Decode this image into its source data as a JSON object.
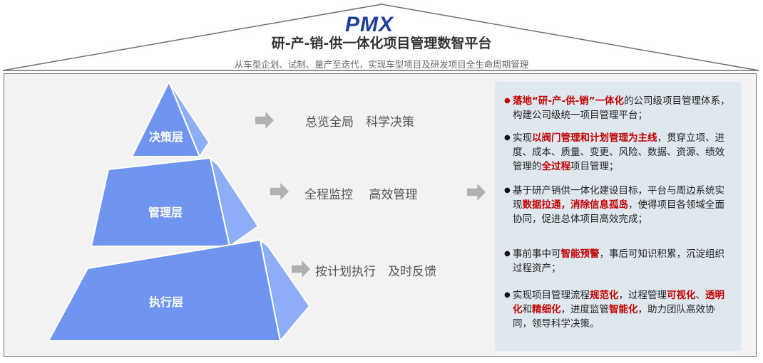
{
  "header": {
    "logo_text": "PMX",
    "title": "研-产-销-供一体化项目管理数智平台",
    "subtitle": "从车型企划、试制、量产至迭代，实现车型项目及研发项目全生命周期管理"
  },
  "pyramid": {
    "layers": [
      {
        "label": "决策层",
        "slogan": "总览全局　科学决策"
      },
      {
        "label": "管理层",
        "slogan": "全程监控　 高效管理"
      },
      {
        "label": "执行层",
        "slogan": "按计划执行　及时反馈"
      }
    ]
  },
  "panel": {
    "bullets": [
      {
        "dot": "red",
        "segments": [
          {
            "text": "落地“研-产-供-销”一体化",
            "hl": true
          },
          {
            "text": "的公司级项目管理体系，构建公司级统一项目管理平台；",
            "hl": false
          }
        ]
      },
      {
        "dot": "black",
        "segments": [
          {
            "text": "实现",
            "hl": false
          },
          {
            "text": "以阀门管理和计划管理为主线",
            "hl": true
          },
          {
            "text": "，贯穿立项、进度、成本、质量、变更、风险、数据、资源、绩效管理的",
            "hl": false
          },
          {
            "text": "全过程",
            "hl": true
          },
          {
            "text": "项目管理；",
            "hl": false
          }
        ]
      },
      {
        "dot": "black",
        "segments": [
          {
            "text": "基于研产销供一体化建设目标，平台与周边系统实现",
            "hl": false
          },
          {
            "text": "数据拉通，消除信息孤岛",
            "hl": true
          },
          {
            "text": "，使得项目各领域全面协同，促进总体项目高效完成；",
            "hl": false
          }
        ]
      },
      {
        "dot": "black",
        "segments": [
          {
            "text": "事前事中可",
            "hl": false
          },
          {
            "text": "智能预警",
            "hl": true
          },
          {
            "text": "，事后可知识积累，沉淀组织过程资产；",
            "hl": false
          }
        ]
      },
      {
        "dot": "black",
        "segments": [
          {
            "text": "实现项目管理流程",
            "hl": false
          },
          {
            "text": "规范化",
            "hl": true
          },
          {
            "text": "，过程管理",
            "hl": false
          },
          {
            "text": "可视化",
            "hl": true
          },
          {
            "text": "、",
            "hl": false
          },
          {
            "text": "透明化",
            "hl": true
          },
          {
            "text": "和",
            "hl": false
          },
          {
            "text": "精细化",
            "hl": true
          },
          {
            "text": "，进度监管",
            "hl": false
          },
          {
            "text": "智能化",
            "hl": true
          },
          {
            "text": "，助力团队高效协同，领导科学决策。",
            "hl": false
          }
        ]
      }
    ]
  },
  "colors": {
    "pyramid_face": "#6f95f0",
    "pyramid_side": "#8eadf7",
    "pyramid_edge": "#ffffff",
    "highlight": "#c00000",
    "panel_bg": "#dfe8ee",
    "arrow": "#b0b0b0"
  }
}
